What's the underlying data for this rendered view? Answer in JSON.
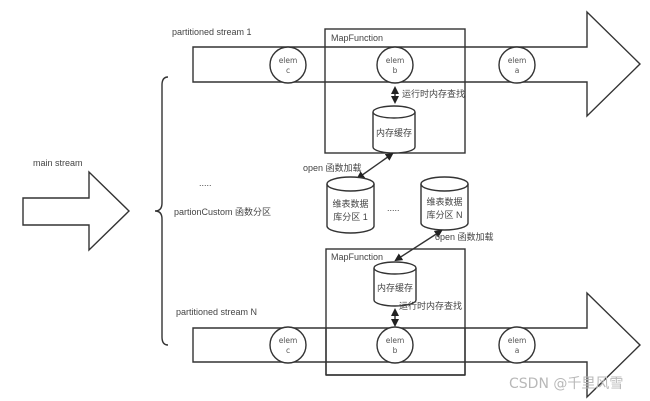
{
  "diagram": {
    "main_stream": {
      "label": "main stream"
    },
    "partition": {
      "label": "partionCustom 函数分区",
      "ellipsis": "....."
    },
    "streams": [
      {
        "label": "partitioned stream 1",
        "map_function": {
          "title": "MapFunction",
          "cache_label": "内存缓存",
          "lookup_label": "运行时内存查找"
        },
        "elements": [
          {
            "line1": "elem",
            "line2": "c"
          },
          {
            "line1": "elem",
            "line2": "b"
          },
          {
            "line1": "elem",
            "line2": "a"
          }
        ]
      },
      {
        "label": "partitioned stream N",
        "map_function": {
          "title": "MapFunction",
          "cache_label": "内存缓存",
          "lookup_label": "运行时内存查找"
        },
        "elements": [
          {
            "line1": "elem",
            "line2": "c"
          },
          {
            "line1": "elem",
            "line2": "b"
          },
          {
            "line1": "elem",
            "line2": "a"
          }
        ]
      }
    ],
    "dim_partitions": [
      {
        "line1": "维表数据",
        "line2": "库分区 1",
        "load_label": "open 函数加载"
      },
      {
        "line1": "维表数据",
        "line2": "库分区 N",
        "load_label": "open 函数加载"
      }
    ],
    "partitions_ellipsis": "....."
  },
  "watermark": "CSDN @千里风雪"
}
